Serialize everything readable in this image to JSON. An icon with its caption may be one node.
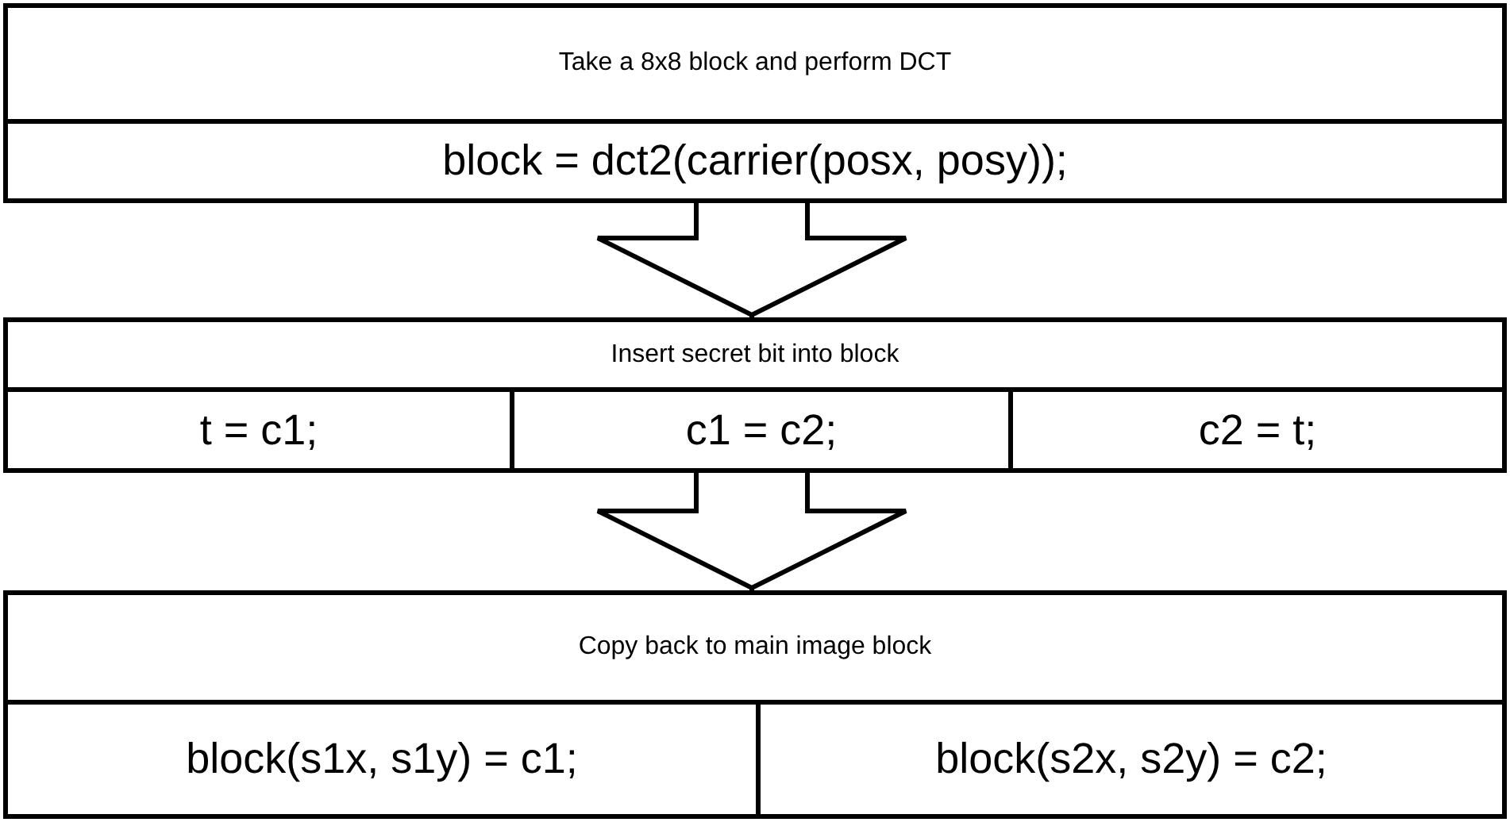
{
  "diagram": {
    "nodes": [
      {
        "text": [
          "Take a 8x8 block and perform DCT"
        ]
      },
      {
        "text": [
          "block = dct2(carrier(posx, posy));"
        ],
        "in": 0
      },
      {
        "text": [
          "Insert secret bit into block"
        ]
      },
      {
        "text": [
          "t = c1;"
        ],
        "in": 2
      },
      {
        "text": [
          "c1 = c2;"
        ],
        "in": 2
      },
      {
        "text": [
          "c2 = t;"
        ],
        "in": 2
      },
      {
        "text": [
          "Copy back to main image block"
        ]
      },
      {
        "text": [
          "block(s1x, s1y) = c1;"
        ],
        "in": 6
      },
      {
        "text": [
          "block(s2x, s2y) = c2;"
        ],
        "in": 6
      }
    ],
    "edges": [
      {
        "from": 0,
        "to": 2,
        "arrow": "to"
      },
      {
        "from": 2,
        "to": 6,
        "arrow": "to"
      }
    ]
  }
}
